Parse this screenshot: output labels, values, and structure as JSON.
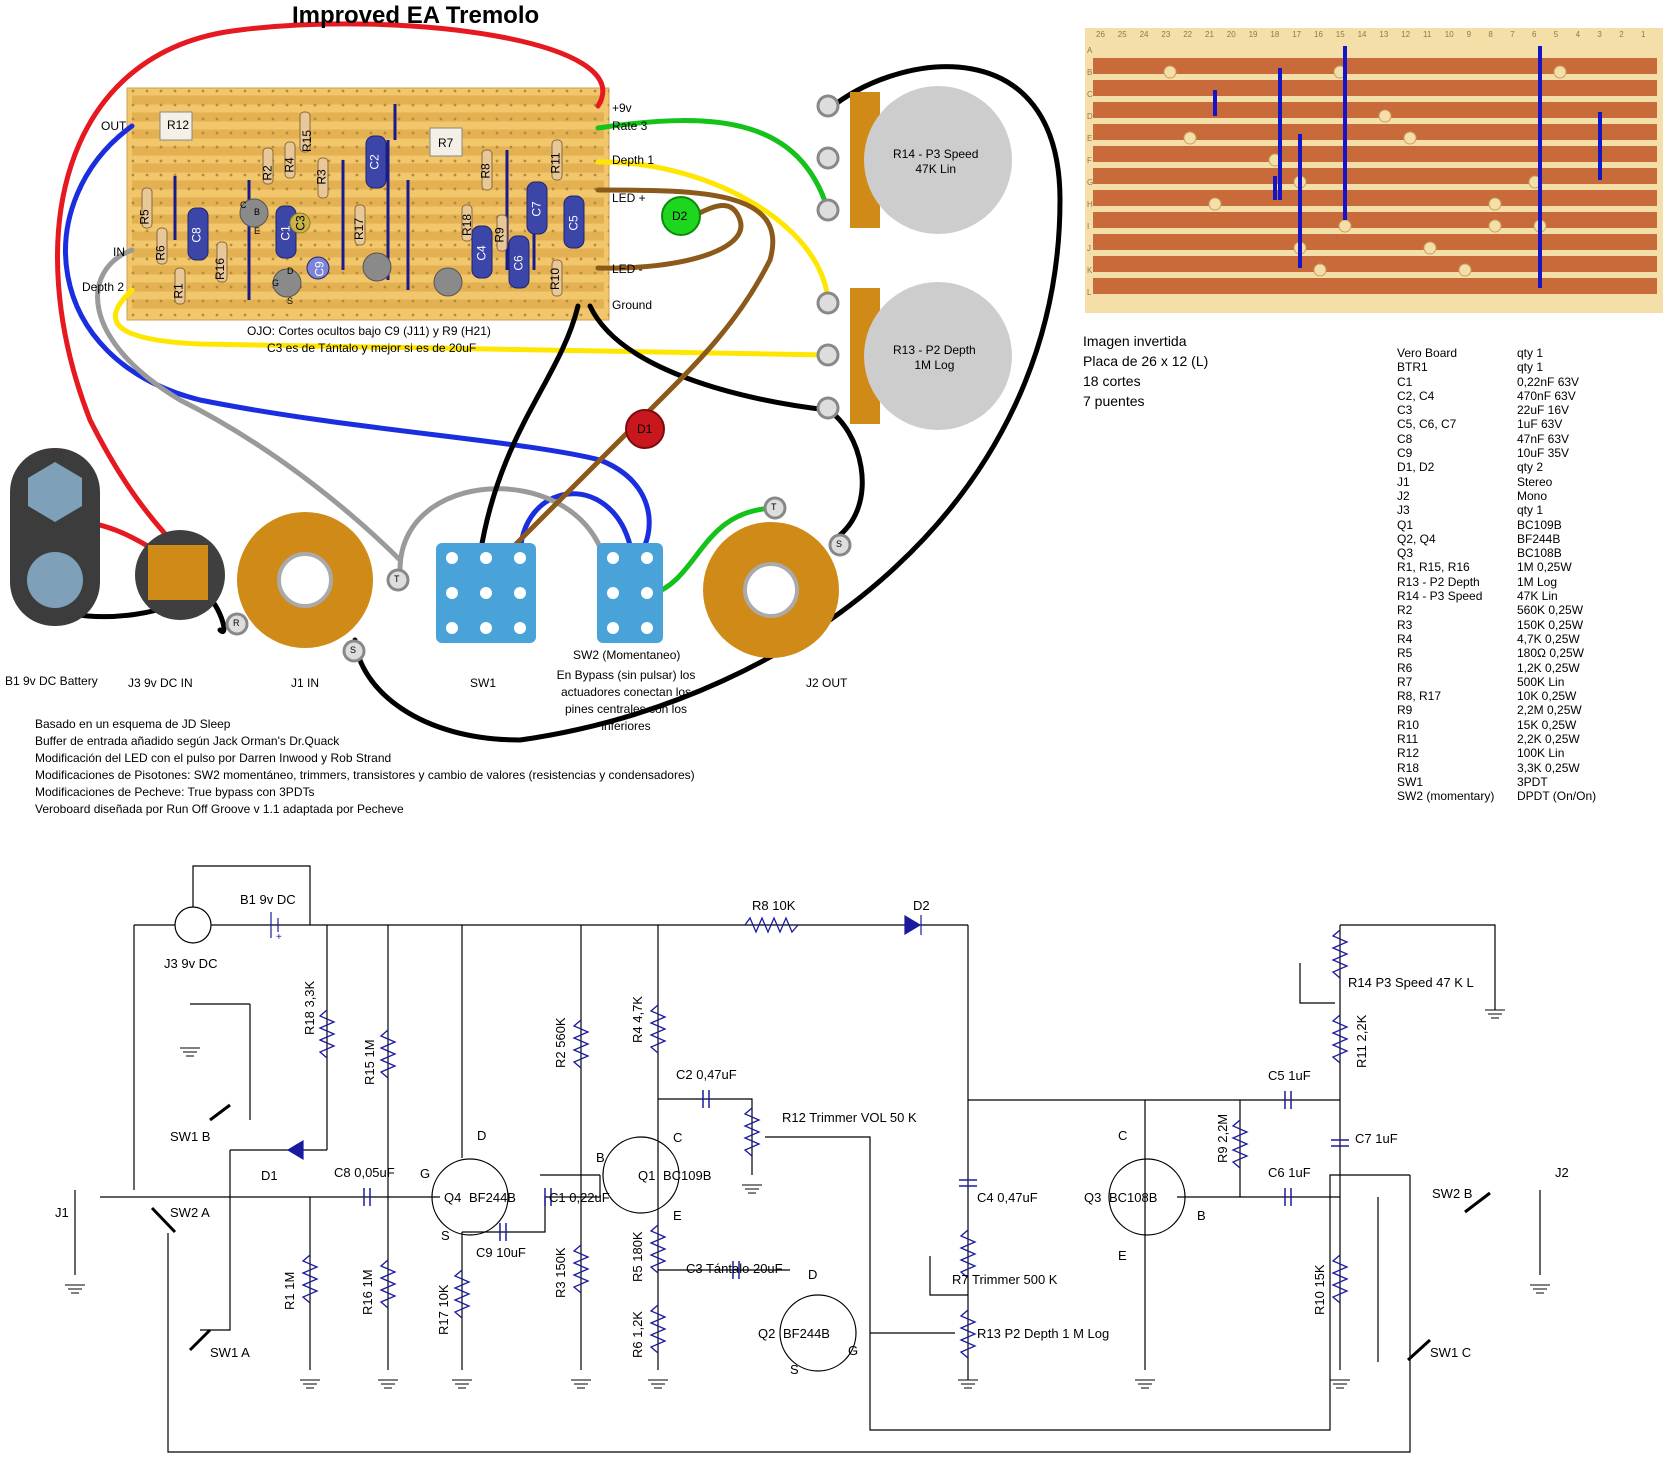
{
  "title": "Improved EA Tremolo",
  "layout": {
    "power_pins": [
      "+9v",
      "Rate 3",
      "Depth 1",
      "LED +",
      "LED -",
      "Ground"
    ],
    "left_pins": [
      "OUT",
      "IN",
      "Depth 2"
    ],
    "component_labels": [
      "R12",
      "R7",
      "R15",
      "R2",
      "R4",
      "R3",
      "C2",
      "R8",
      "R11",
      "R5",
      "C8",
      "R6",
      "R1",
      "R16",
      "C1",
      "C3",
      "R17",
      "C9",
      "R18",
      "R9",
      "C4",
      "C6",
      "C7",
      "C5",
      "R10",
      "D2",
      "D1"
    ],
    "transistor_pins": [
      "B",
      "E",
      "C",
      "D",
      "G",
      "S"
    ],
    "pot_speed": "R14 - P3 Speed\n47K Lin",
    "pot_depth": "R13 - P2 Depth\n1M Log",
    "warning_line1": "OJO: Cortes ocultos bajo C9 (J11) y R9 (H21)",
    "warning_line2": "C3 es de Tántalo y mejor si es de 20uF",
    "bottom_labels": {
      "battery": "B1 9v DC Battery",
      "dc_in": "J3 9v DC IN",
      "j1": "J1 IN",
      "sw1": "SW1",
      "sw2": "SW2 (Momentaneo)",
      "sw2_note": [
        "En Bypass (sin pulsar) los",
        "actuadores conectan los",
        "pines centrales con los",
        "inferiores"
      ],
      "j2": "J2 OUT"
    },
    "jack_lugs": [
      "T",
      "S",
      "R"
    ]
  },
  "stripboard": {
    "columns": [
      "26",
      "25",
      "24",
      "23",
      "22",
      "21",
      "20",
      "19",
      "18",
      "17",
      "16",
      "15",
      "14",
      "13",
      "12",
      "11",
      "10",
      "9",
      "8",
      "7",
      "6",
      "5",
      "4",
      "3",
      "2",
      "1"
    ],
    "rows": [
      "A",
      "B",
      "C",
      "D",
      "E",
      "F",
      "G",
      "H",
      "I",
      "J",
      "K",
      "L"
    ]
  },
  "board_info": [
    "Imagen invertida",
    "Placa de 26 x 12 (L)",
    "18 cortes",
    "7 puentes"
  ],
  "bom": [
    [
      "Vero Board",
      "qty 1"
    ],
    [
      "BTR1",
      "qty 1"
    ],
    [
      "C1",
      "0,22nF 63V"
    ],
    [
      "C2, C4",
      "470nF 63V"
    ],
    [
      "C3",
      "22uF 16V"
    ],
    [
      "C5, C6, C7",
      "1uF 63V"
    ],
    [
      "C8",
      "47nF 63V"
    ],
    [
      "C9",
      "10uF 35V"
    ],
    [
      "D1, D2",
      "qty 2"
    ],
    [
      "J1",
      "Stereo"
    ],
    [
      "J2",
      "Mono"
    ],
    [
      "J3",
      "qty 1"
    ],
    [
      "Q1",
      "BC109B"
    ],
    [
      "Q2, Q4",
      "BF244B"
    ],
    [
      "Q3",
      "BC108B"
    ],
    [
      "R1, R15, R16",
      "1M 0,25W"
    ],
    [
      "R13 - P2 Depth",
      "1M Log"
    ],
    [
      "R14 - P3 Speed",
      "47K Lin"
    ],
    [
      "R2",
      "560K 0,25W"
    ],
    [
      "R3",
      "150K 0,25W"
    ],
    [
      "R4",
      "4,7K 0,25W"
    ],
    [
      "R5",
      "180Ω 0,25W"
    ],
    [
      "R6",
      "1,2K 0,25W"
    ],
    [
      "R7",
      "500K Lin"
    ],
    [
      "R8, R17",
      "10K 0,25W"
    ],
    [
      "R9",
      "2,2M 0,25W"
    ],
    [
      "R10",
      "15K 0,25W"
    ],
    [
      "R11",
      "2,2K 0,25W"
    ],
    [
      "R12",
      "100K Lin"
    ],
    [
      "R18",
      "3,3K 0,25W"
    ],
    [
      "SW1",
      "3PDT"
    ],
    [
      "SW2 (momentary)",
      "DPDT (On/On)"
    ]
  ],
  "credits": [
    "Basado en un esquema de JD Sleep",
    "Buffer de entrada añadido según Jack Orman's Dr.Quack",
    "Modificación del LED con el pulso por Darren Inwood y Rob Strand",
    "Modificaciones de Pisotones: SW2 momentáneo, trimmers, transistores y cambio de valores (resistencias y condensadores)",
    "Modificaciones de Pecheve: True bypass con 3PDTs",
    "Veroboard diseñada por Run Off Groove v 1.1 adaptada por Pecheve"
  ],
  "schematic": {
    "labels": {
      "b1": "B1 9v DC",
      "j3": "J3 9v DC",
      "r8": "R8 10K",
      "d2": "D2",
      "r18": "R18 3,3K",
      "r15": "R15 1M",
      "r2": "R2 560K",
      "r4": "R4 4,7K",
      "c2": "C2 0,47uF",
      "r12": "R12 Trimmer VOL  50 K",
      "sw1b": "SW1 B",
      "d1": "D1",
      "c8": "C8 0,05uF",
      "q4": "Q4",
      "bf244b_q4": "BF244B",
      "c1": "C1 0,22uF",
      "q1": "Q1",
      "bc109b": "BC109B",
      "c9": "C9 10uF",
      "j1": "J1",
      "sw2a": "SW2 A",
      "r1": "R1 1M",
      "r16": "R16 1M",
      "r17": "R17 10K",
      "r3": "R3 150K",
      "r5": "R5 180K",
      "r6": "R6 1,2K",
      "c3": "C3 Tántalo 20uF",
      "q2": "Q2",
      "bf244b_q2": "BF244B",
      "sw1a": "SW1 A",
      "c4": "C4 0,47uF",
      "r7": "R7 Trimmer  500 K",
      "r13": "R13 P2 Depth  1 M Log",
      "r14": "R14 P3 Speed  47 K L",
      "r11": "R11 2,2K",
      "c5": "C5 1uF",
      "c7": "C7 1uF",
      "r9": "R9 2,2M",
      "c6": "C6 1uF",
      "q3": "Q3",
      "bc108b": "BC108B",
      "r10": "R10 15K",
      "sw2b": "SW2 B",
      "j2": "J2",
      "sw1c": "SW1 C",
      "pin_d": "D",
      "pin_g": "G",
      "pin_s": "S",
      "pin_b": "B",
      "pin_c": "C",
      "pin_e": "E",
      "plus": "+"
    }
  }
}
